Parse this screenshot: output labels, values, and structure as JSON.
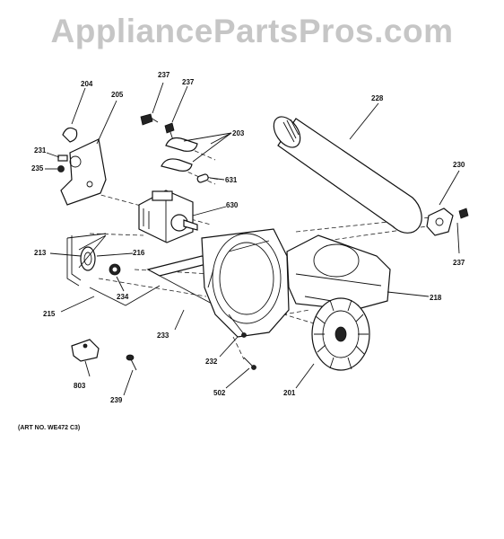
{
  "watermark": "AppliancePartsPros.com",
  "art_number": "(ART NO. WE472 C3)",
  "callouts": {
    "c204": "204",
    "c205": "205",
    "c237a": "237",
    "c237b": "237",
    "c203": "203",
    "c228": "228",
    "c231": "231",
    "c235": "235",
    "c631": "631",
    "c630": "630",
    "c230": "230",
    "c213": "213",
    "c216": "216",
    "c237c": "237",
    "c218": "218",
    "c234": "234",
    "c215": "215",
    "c233": "233",
    "c232": "232",
    "c803": "803",
    "c502": "502",
    "c201": "201",
    "c239": "239"
  }
}
